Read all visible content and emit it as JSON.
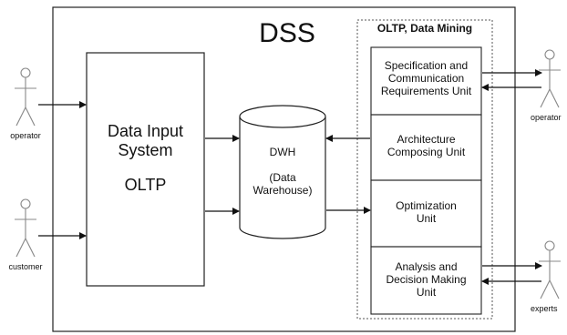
{
  "title": "DSS",
  "input_system": {
    "line1": "Data Input",
    "line2": "System",
    "line3": "OLTP"
  },
  "warehouse": {
    "name": "DWH",
    "line1": "(Data",
    "line2": "Warehouse)"
  },
  "mining_group": {
    "title": "OLTP, Data Mining",
    "units": [
      {
        "line1": "Specification and",
        "line2": "Communication",
        "line3": "Requirements Unit"
      },
      {
        "line1": "Architecture",
        "line2": "Composing Unit",
        "line3": ""
      },
      {
        "line1": "Optimization",
        "line2": "Unit",
        "line3": ""
      },
      {
        "line1": "Analysis and",
        "line2": "Decision Making",
        "line3": "Unit"
      }
    ]
  },
  "actors": {
    "operator_left": "operator",
    "customer": "customer",
    "operator_right": "operator",
    "experts": "experts"
  }
}
